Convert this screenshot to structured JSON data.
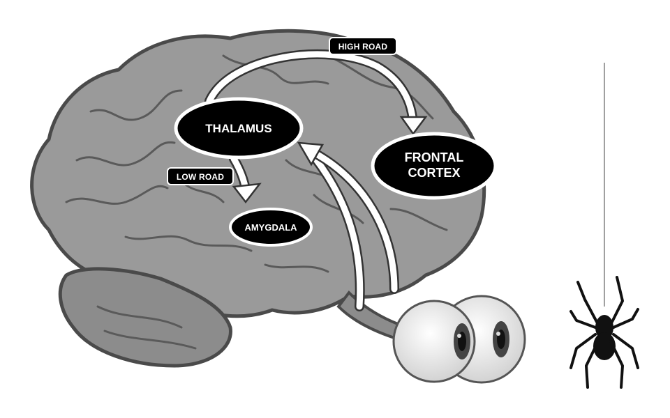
{
  "labels": {
    "thalamus": "THALAMUS",
    "frontal_cortex_line1": "FRONTAL",
    "frontal_cortex_line2": "CORTEX",
    "amygdala": "AMYGDALA",
    "high_road": "HIGH ROAD",
    "low_road": "LOW ROAD"
  },
  "colors": {
    "brain": "#9a9a9a",
    "brain_outline": "#4a4a4a",
    "cerebellum": "#8c8c8c",
    "label_fill": "#000000",
    "arrow_fill": "#ffffff",
    "arrow_outline": "#3a3a3a",
    "eye": "#f2f2f2",
    "spider": "#111111"
  },
  "icons": {
    "eyes": "eyes-icon",
    "spider": "spider-icon"
  }
}
